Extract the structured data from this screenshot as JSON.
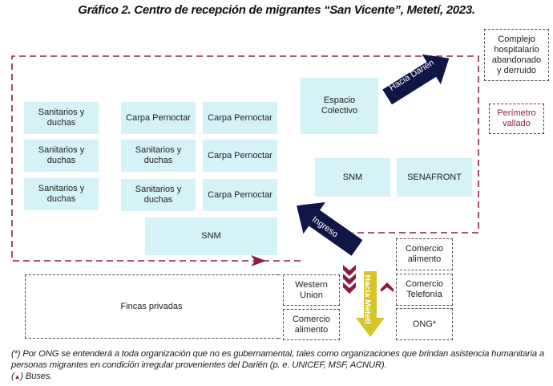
{
  "title": "Gráfico 2. Centro de recepción de migrantes “San Vicente”, Metetí, 2023.",
  "colors": {
    "facility_fill": "#d5f2f7",
    "perimeter": "#8a2046",
    "outside_border": "#5b4a4e",
    "arrow_navy": "#0f1645",
    "arrow_gold": "#d6c52a",
    "bus_marker": "#8a1a3e"
  },
  "inside": {
    "sanitarios_1": "Sanitarios y duchas",
    "sanitarios_2": "Sanitarios y duchas",
    "sanitarios_3": "Sanitarios y duchas",
    "carpa_1": "Carpa Pernoctar",
    "carpa_2": "Carpa Pernoctar",
    "sanitarios_4": "Sanitarios y duchas",
    "carpa_3": "Carpa Pernoctar",
    "sanitarios_5": "Sanitarios y duchas",
    "carpa_4": "Carpa Pernoctar",
    "snm_bottom": "SNM",
    "espacio_colectivo": "Espacio Colectivo",
    "snm_right": "SNM",
    "senafront": "SENAFRONT"
  },
  "outside": {
    "complejo": "Complejo hospitalario abandonado y derruido",
    "perimetro_legend": "Perímetro vallado",
    "fincas": "Fincas privadas",
    "western_union": "Western Union",
    "comercio_alimento_left": "Comercio alimento",
    "comercio_alimento_right": "Comercio alimento",
    "comercio_telefonia": "Comercio Telefonía",
    "ong": "ONG*"
  },
  "arrows": {
    "hacia_darien": "Hacia Darién",
    "ingreso": "Ingreso",
    "hacia_meteti": "Hacia Metetí"
  },
  "footnotes": {
    "ong_note": "(*) Por ONG se entenderá a toda organización que no es gubernamental, tales como organizaciones que brindan asistencia humanitaria a personas migrantes en condición irregular provenientes del Darién (p. e. UNICEF, MSF, ACNUR).",
    "bus_prefix": "(",
    "bus_symbol": "▲",
    "bus_suffix": ") Buses."
  }
}
